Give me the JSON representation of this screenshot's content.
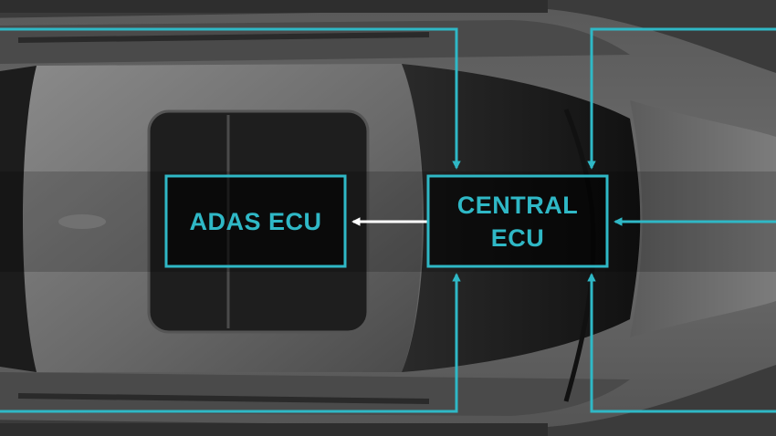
{
  "diagram": {
    "nodes": [
      {
        "id": "adas_ecu",
        "label": "ADAS ECU"
      },
      {
        "id": "central_ecu",
        "label": "CENTRAL ECU"
      }
    ],
    "edges": [
      {
        "from": "central_ecu",
        "to": "adas_ecu",
        "color": "white"
      },
      {
        "from": "external_top_left",
        "to": "central_ecu",
        "color": "accent"
      },
      {
        "from": "external_top_right",
        "to": "central_ecu",
        "color": "accent"
      },
      {
        "from": "external_right",
        "to": "central_ecu",
        "color": "accent"
      },
      {
        "from": "external_bottom_left",
        "to": "central_ecu",
        "color": "accent"
      },
      {
        "from": "external_bottom_right",
        "to": "central_ecu",
        "color": "accent"
      }
    ]
  },
  "colors": {
    "accent": "#2fb8c6",
    "arrow_white": "#ffffff",
    "background": "#3a3a3a",
    "box_fill": "rgba(0,0,0,0.55)"
  },
  "background_image": {
    "subject": "car-top-view"
  }
}
